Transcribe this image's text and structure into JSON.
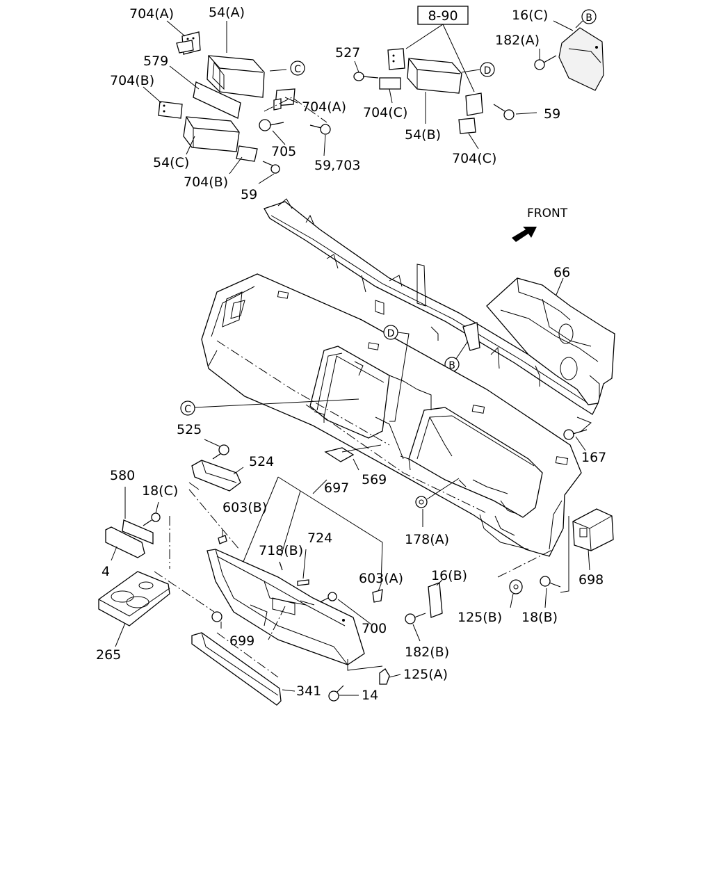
{
  "labels": {
    "l704a_top": "704(A)",
    "l54a": "54(A)",
    "l579": "579",
    "l704b_top": "704(B)",
    "l54c": "54(C)",
    "l704b_bot": "704(B)",
    "l59_left": "59",
    "l705": "705",
    "l59_703": "59,703",
    "l704a_mid": "704(A)",
    "l527": "527",
    "ref_8_90": "8-90",
    "l704c_a": "704(C)",
    "l54b": "54(B)",
    "l704c_b": "704(C)",
    "l59_right": "59",
    "l16c": "16(C)",
    "l182a": "182(A)",
    "front": "FRONT",
    "l66": "66",
    "l167": "167",
    "l525": "525",
    "l524": "524",
    "l697": "697",
    "l569": "569",
    "l580": "580",
    "l18c": "18(C)",
    "l603b": "603(B)",
    "l724": "724",
    "l718b": "718(B)",
    "l4": "4",
    "l603a": "603(A)",
    "l16b": "16(B)",
    "l178a": "178(A)",
    "l698": "698",
    "l125b": "125(B)",
    "l18b": "18(B)",
    "l700": "700",
    "l182b": "182(B)",
    "l699": "699",
    "l265": "265",
    "l125a": "125(A)",
    "l341": "341",
    "l14": "14"
  },
  "callouts": {
    "b_top": "B",
    "c_top": "C",
    "d_top": "D",
    "d_mid": "D",
    "b_mid": "B",
    "c_mid": "C"
  },
  "icons": {
    "front_arrow": "arrow-right-up-icon"
  }
}
